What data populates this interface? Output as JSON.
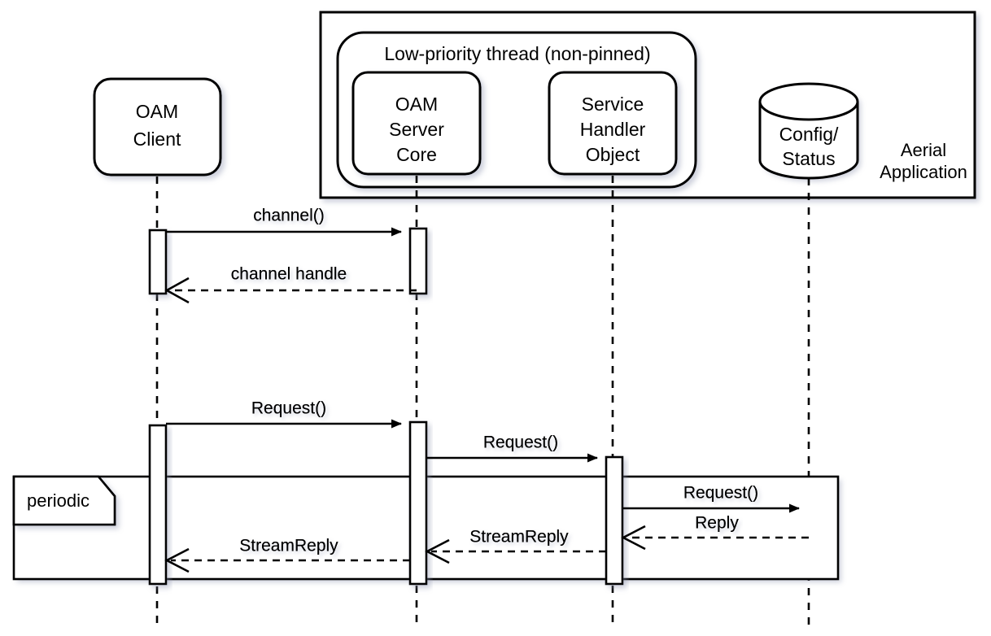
{
  "diagram": {
    "type": "uml-sequence-diagram",
    "title_visible": false,
    "outer_boundary": {
      "label_line1": "Aerial",
      "label_line2": "Application"
    },
    "group_frame": {
      "label": "Low-priority thread (non-pinned)"
    },
    "participants": [
      {
        "id": "oam-client",
        "shape": "rounded-rect",
        "label_line1": "OAM",
        "label_line2": "Client",
        "label_line3": "",
        "inside_boundary": false,
        "inside_group": false
      },
      {
        "id": "oam-server-core",
        "shape": "rounded-rect",
        "label_line1": "OAM",
        "label_line2": "Server",
        "label_line3": "Core",
        "inside_boundary": true,
        "inside_group": true
      },
      {
        "id": "service-handler-object",
        "shape": "rounded-rect",
        "label_line1": "Service",
        "label_line2": "Handler",
        "label_line3": "Object",
        "inside_boundary": true,
        "inside_group": true
      },
      {
        "id": "config-status",
        "shape": "database-cylinder",
        "label_line1": "Config/",
        "label_line2": "Status",
        "label_line3": "",
        "inside_boundary": true,
        "inside_group": false
      }
    ],
    "messages": [
      {
        "id": "msg-channel",
        "label": "channel()",
        "style": "solid",
        "arrow": "filled",
        "from": "oam-client",
        "to": "oam-server-core"
      },
      {
        "id": "msg-channel-handle",
        "label": "channel handle",
        "style": "dashed",
        "arrow": "open",
        "from": "oam-server-core",
        "to": "oam-client"
      },
      {
        "id": "msg-request-1",
        "label": "Request()",
        "style": "solid",
        "arrow": "filled",
        "from": "oam-client",
        "to": "oam-server-core"
      },
      {
        "id": "msg-request-2",
        "label": "Request()",
        "style": "solid",
        "arrow": "filled",
        "from": "oam-server-core",
        "to": "service-handler-object"
      },
      {
        "id": "msg-request-3",
        "label": "Request()",
        "style": "solid",
        "arrow": "filled",
        "from": "service-handler-object",
        "to": "config-status"
      },
      {
        "id": "msg-reply",
        "label": "Reply",
        "style": "dashed",
        "arrow": "open",
        "from": "config-status",
        "to": "service-handler-object"
      },
      {
        "id": "msg-streamreply-1",
        "label": "StreamReply",
        "style": "dashed",
        "arrow": "open",
        "from": "service-handler-object",
        "to": "oam-server-core"
      },
      {
        "id": "msg-streamreply-2",
        "label": "StreamReply",
        "style": "dashed",
        "arrow": "open",
        "from": "oam-server-core",
        "to": "oam-client"
      }
    ],
    "fragments": [
      {
        "id": "frag-periodic",
        "label": "periodic",
        "kind": "loop-fragment"
      }
    ],
    "colors": {
      "stroke": "#000000",
      "fill": "#ffffff",
      "shadow": "#c9cddb"
    }
  }
}
